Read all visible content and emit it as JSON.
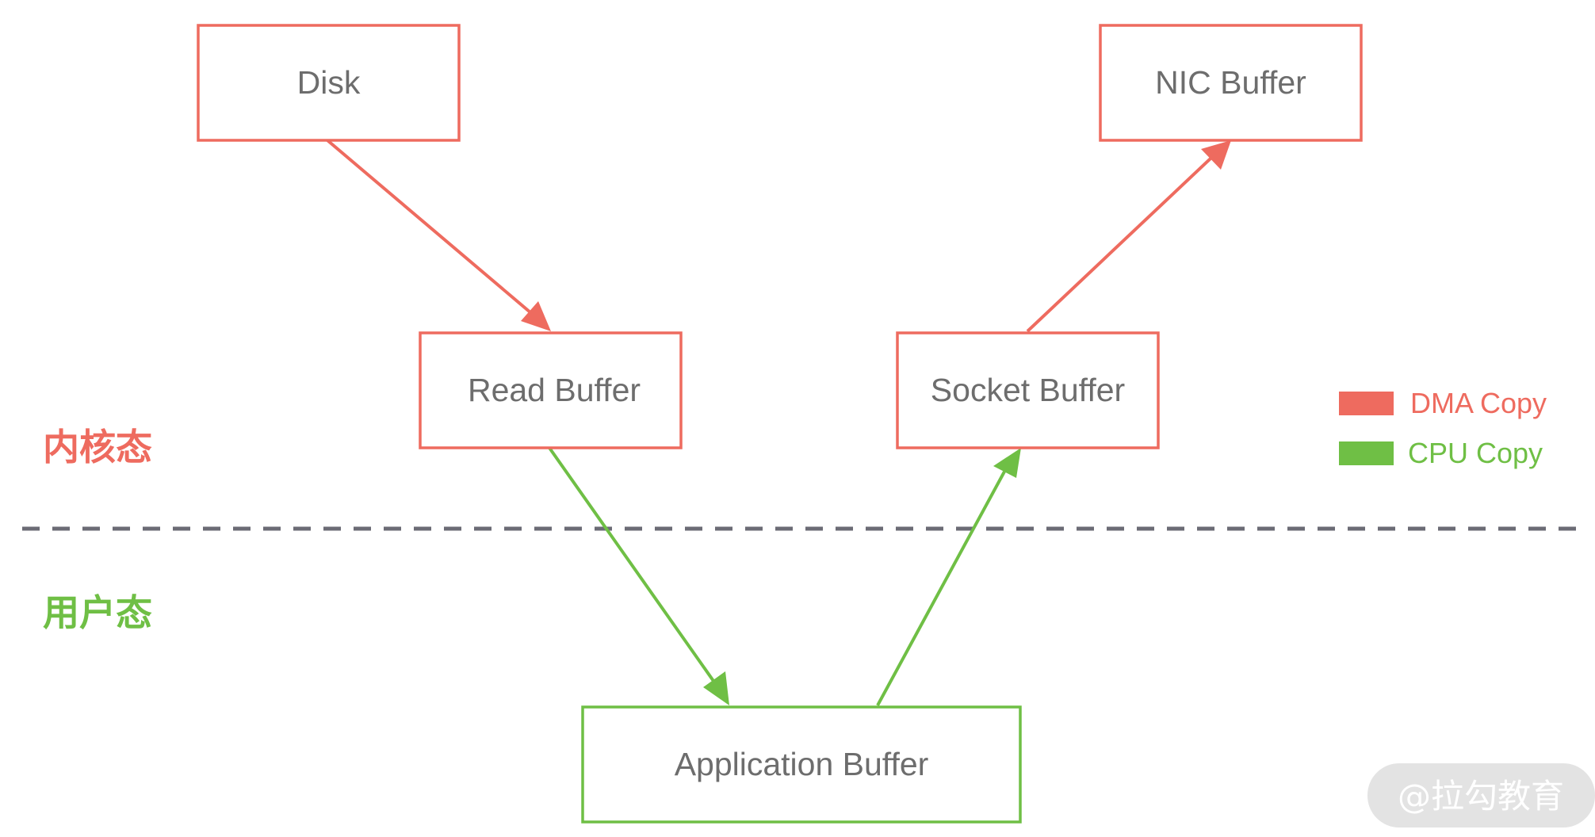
{
  "colors": {
    "dma": "#ee6b5f",
    "cpu": "#6fbf45",
    "divider": "#6b6b75",
    "text": "#6d6d6d",
    "watermark_bg": "#e3e3e3"
  },
  "nodes": {
    "disk": "Disk",
    "nic_buffer": "NIC Buffer",
    "read_buffer": "Read Buffer",
    "socket_buffer": "Socket Buffer",
    "application_buffer": "Application Buffer"
  },
  "zones": {
    "kernel": "内核态",
    "user": "用户态"
  },
  "legend": {
    "dma": "DMA Copy",
    "cpu": "CPU Copy"
  },
  "watermark": "@拉勾教育",
  "edges": [
    {
      "from": "Disk",
      "to": "Read Buffer",
      "type": "DMA Copy"
    },
    {
      "from": "Read Buffer",
      "to": "Application Buffer",
      "type": "CPU Copy"
    },
    {
      "from": "Application Buffer",
      "to": "Socket Buffer",
      "type": "CPU Copy"
    },
    {
      "from": "Socket Buffer",
      "to": "NIC Buffer",
      "type": "DMA Copy"
    }
  ]
}
